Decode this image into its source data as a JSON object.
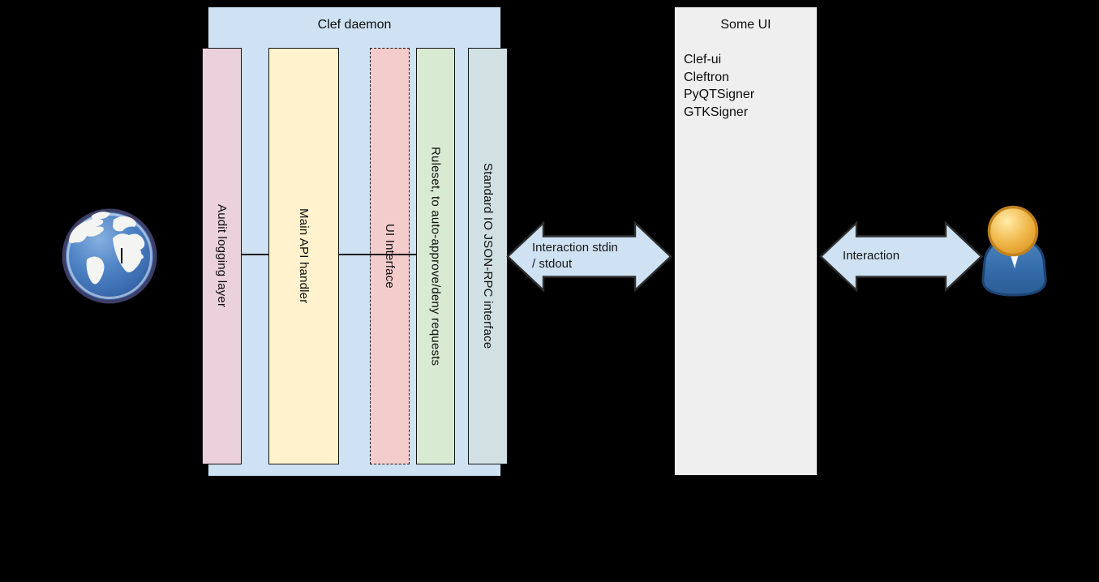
{
  "diagram": {
    "clef_daemon": {
      "title": "Clef daemon",
      "fill": "#cfe2f3",
      "layers": [
        {
          "label": "Audit logging layer",
          "fill": "#ead1dc",
          "border": "solid"
        },
        {
          "label": "Main API handler",
          "fill": "#fff2cc",
          "border": "solid"
        },
        {
          "label": "UI Interface",
          "fill": "#f4cccc",
          "border": "dashed"
        },
        {
          "label": "Ruleset, to auto-approve/deny requests",
          "fill": "#d9ead3",
          "border": "solid"
        },
        {
          "label": "Standard IO JSON-RPC interface",
          "fill": "#d0e0e3",
          "border": "solid"
        }
      ]
    },
    "some_ui": {
      "title": "Some UI",
      "fill": "#efefef",
      "items": [
        "Clef-ui",
        "Cleftron",
        "PyQTSigner",
        "GTKSigner"
      ]
    },
    "arrows": {
      "fill": "#cfe2f3",
      "outline": "#2e2e2e",
      "stdio_label": "Interaction stdin\n/ stdout",
      "user_label": "Interaction"
    },
    "icons": {
      "left": "globe-icon",
      "right": "user-icon",
      "cursor": "i-beam-cursor"
    },
    "background": "#000000"
  }
}
